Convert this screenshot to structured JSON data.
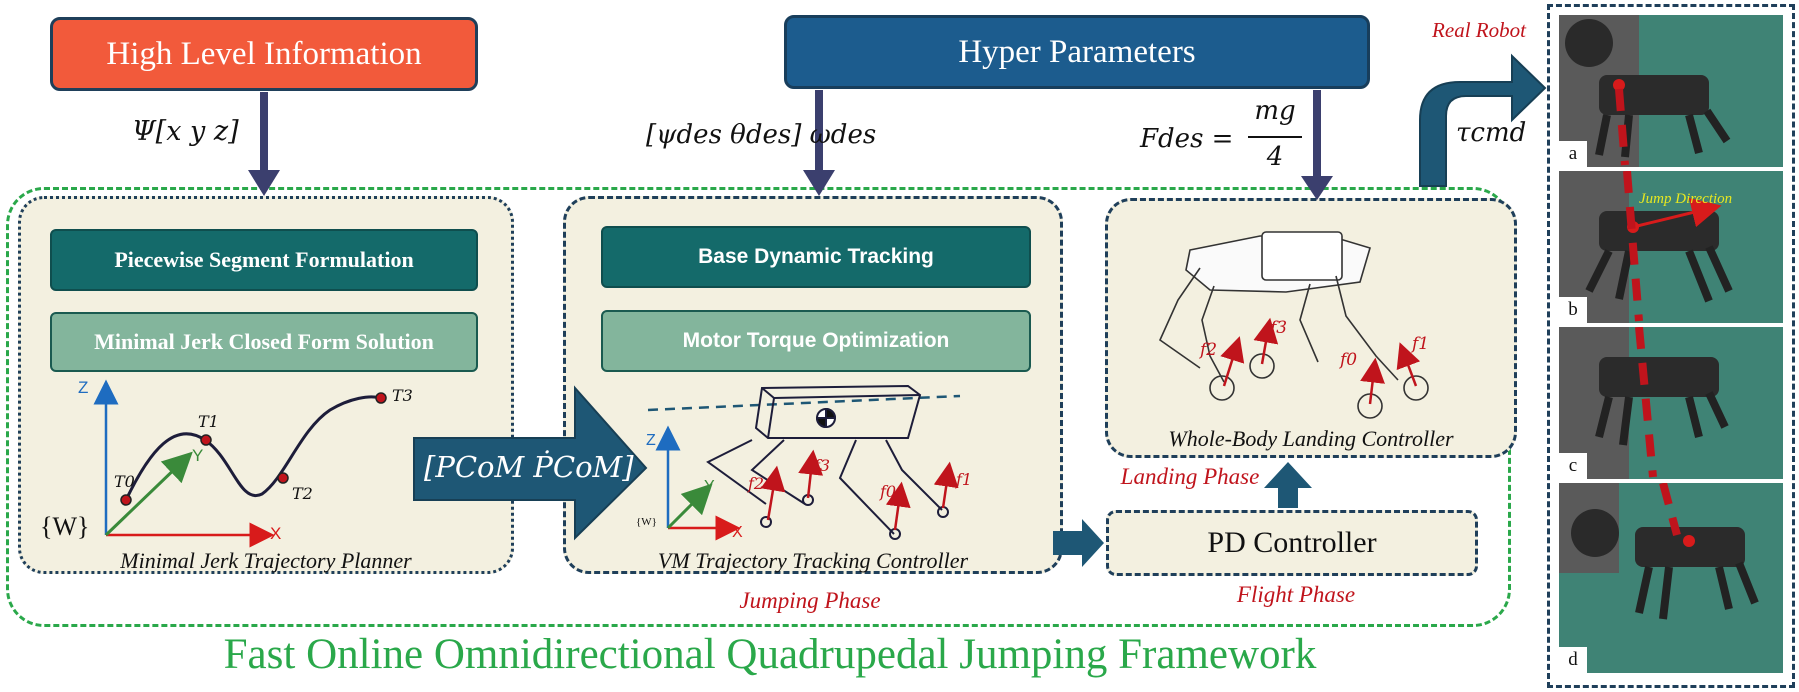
{
  "top_boxes": {
    "high_level": "High Level Information",
    "hyper": "Hyper Parameters"
  },
  "math_labels": {
    "psi": "Ψ[x y z]",
    "angles": "[ψdes θdes] ωdes",
    "force_lhs": "Fdes =",
    "force_num": "mg",
    "force_den": "4",
    "tau": "τcmd",
    "pcom": "[PCoM  ṖCoM]"
  },
  "planner": {
    "btn1": "Piecewise Segment Formulation",
    "btn2": "Minimal Jerk Closed Form Solution",
    "caption": "Minimal Jerk Trajectory Planner",
    "axes": {
      "z": "Z",
      "y": "Y",
      "x": "X",
      "w": "{W}"
    },
    "points": [
      "T0",
      "T1",
      "T2",
      "T3"
    ]
  },
  "tracking": {
    "btn1": "Base Dynamic Tracking",
    "btn2": "Motor Torque Optimization",
    "caption": "VM Trajectory Tracking Controller",
    "phase": "Jumping Phase",
    "axes": {
      "z": "Z",
      "y": "Y",
      "x": "X",
      "w": "{W}"
    },
    "forces": [
      "f2",
      "f3",
      "f0",
      "f1"
    ]
  },
  "landing": {
    "caption": "Whole-Body Landing Controller",
    "phase": "Landing Phase",
    "forces": [
      "f2",
      "f3",
      "f0",
      "f1"
    ]
  },
  "pd": {
    "label": "PD Controller",
    "phase": "Flight Phase"
  },
  "framework_title": "Fast Online Omnidirectional Quadrupedal Jumping Framework",
  "real_robot": {
    "title": "Real Robot",
    "jump_direction": "Jump Direction",
    "labels": [
      "a",
      "b",
      "c",
      "d"
    ]
  },
  "colors": {
    "high_level": "#f25a3b",
    "hyper": "#1c5c8e",
    "framework_green": "#2aa84a",
    "phase_red": "#c0141c",
    "arrow_navy": "#3b3f6e",
    "big_arrow": "#1e5775"
  }
}
